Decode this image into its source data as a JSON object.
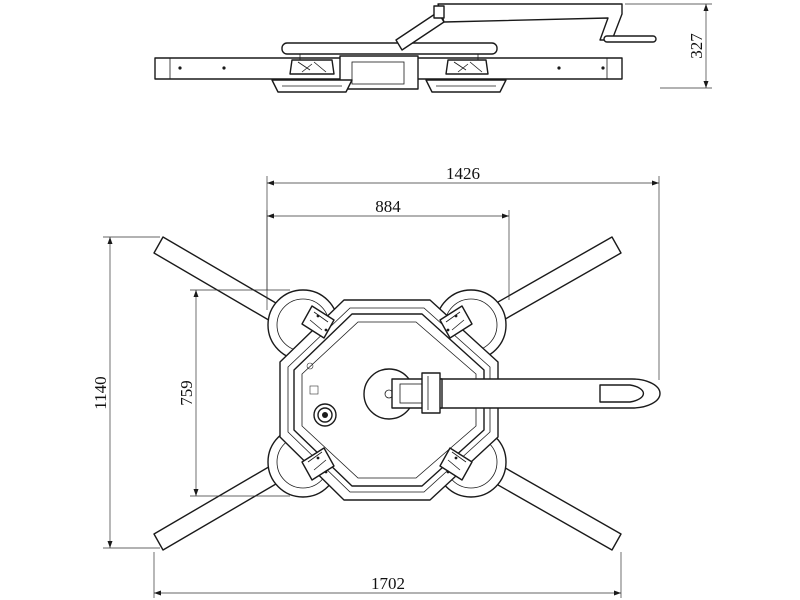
{
  "dimensions": {
    "side_height": "327",
    "top_inner_width": "884",
    "top_outer_width": "1426",
    "overall_width": "1702",
    "overall_height": "1140",
    "inner_height": "759"
  },
  "colors": {
    "line": "#1a1a1a",
    "background": "#ffffff"
  }
}
